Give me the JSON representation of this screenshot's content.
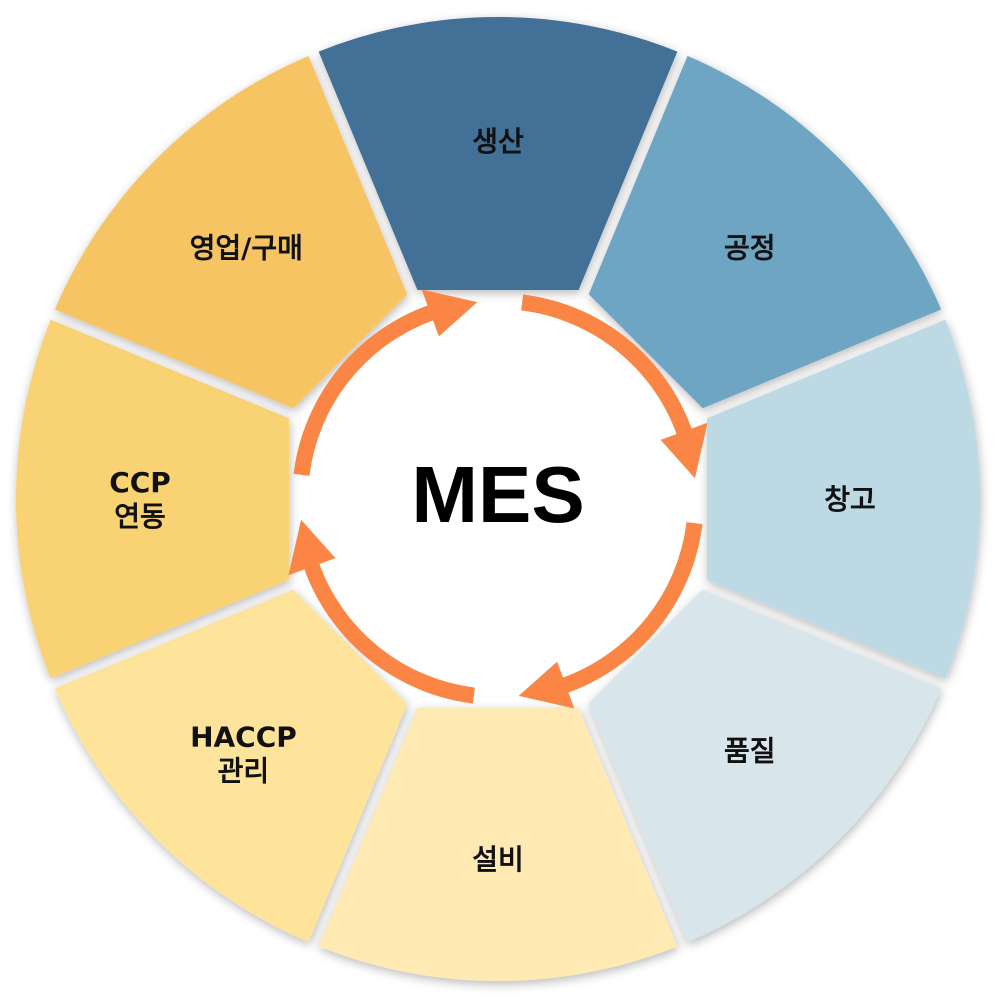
{
  "center": {
    "label": "MES"
  },
  "segments": [
    {
      "id": "production",
      "lines": [
        "생산"
      ],
      "color": "#426F97"
    },
    {
      "id": "process",
      "lines": [
        "공정"
      ],
      "color": "#6EA5C2"
    },
    {
      "id": "warehouse",
      "lines": [
        "창고"
      ],
      "color": "#BCD9E4"
    },
    {
      "id": "quality",
      "lines": [
        "품질"
      ],
      "color": "#D8E5EB"
    },
    {
      "id": "facility",
      "lines": [
        "설비"
      ],
      "color": "#FFEAB4"
    },
    {
      "id": "haccp",
      "lines": [
        "HACCP",
        "관리"
      ],
      "color": "#FEE49B"
    },
    {
      "id": "ccp",
      "lines": [
        "CCP",
        "연동"
      ],
      "color": "#F8D273"
    },
    {
      "id": "sales-purchase",
      "lines": [
        "영업/구매"
      ],
      "color": "#F6C464"
    }
  ],
  "cycle": {
    "arrow_color": "#FA8544",
    "arrow_count": 4,
    "direction": "clockwise"
  }
}
